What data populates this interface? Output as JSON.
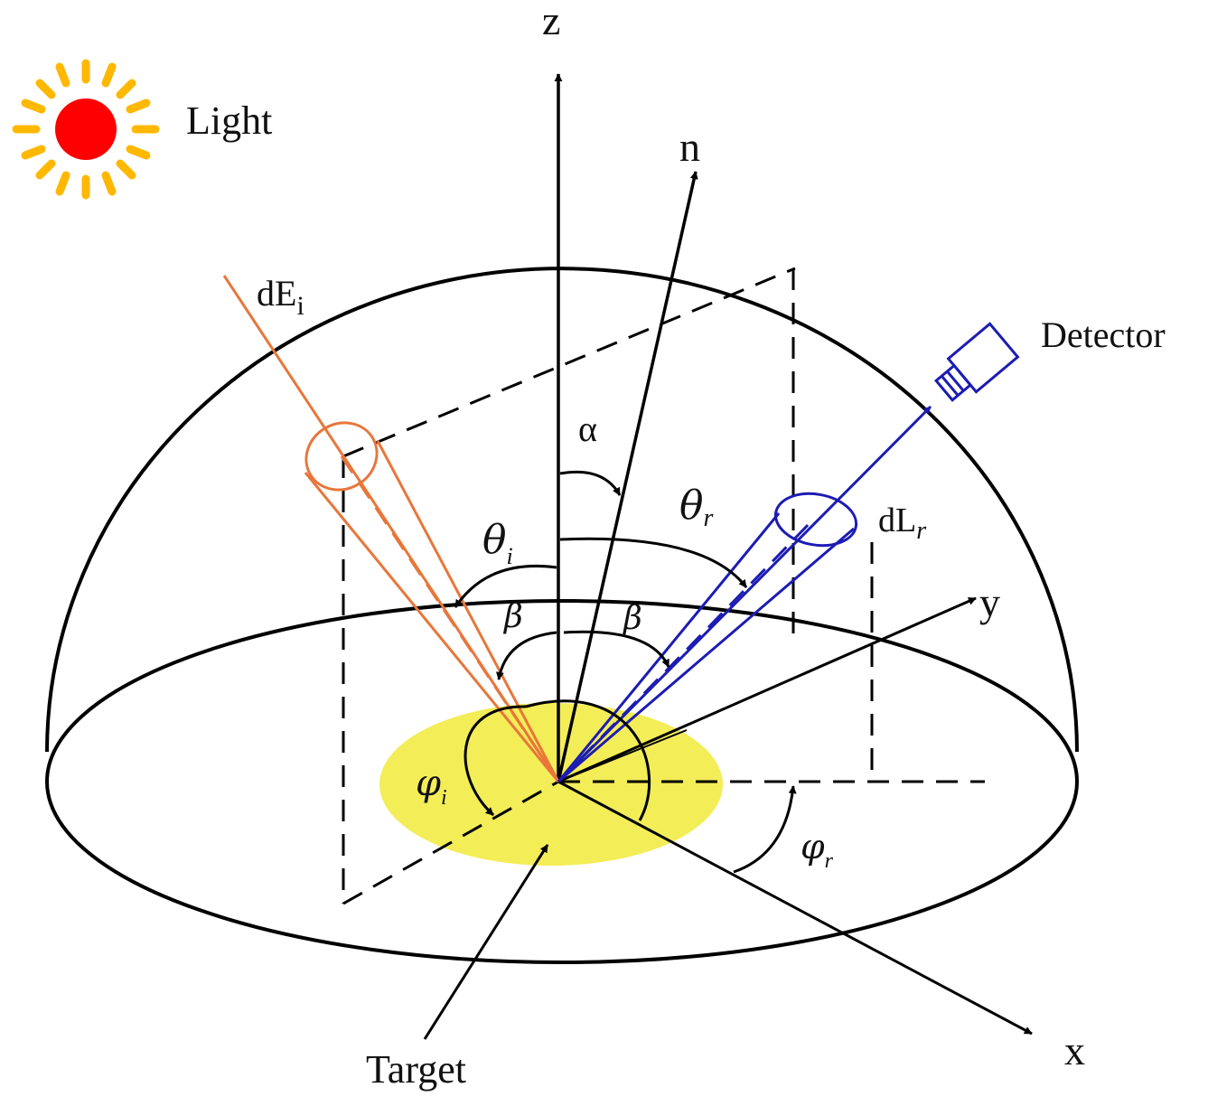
{
  "colors": {
    "stroke": "#000000",
    "incident": "#E8763A",
    "reflected": "#1C1CB4",
    "sun_core": "#FF0000",
    "sun_rays": "#FFB800",
    "target_fill": "#F2EC4A"
  },
  "icons": {
    "light": "sun-icon",
    "detector": "detector-icon"
  },
  "labels": {
    "z_axis": "z",
    "y_axis": "y",
    "x_axis": "x",
    "normal": "n",
    "light": "Light",
    "detector": "Detector",
    "target": "Target",
    "incident_flux": "dE",
    "incident_flux_sub": "i",
    "reflected_radiance": "dL",
    "reflected_radiance_sub": "r",
    "alpha": "α",
    "theta_i": "θ",
    "theta_i_sub": "i",
    "theta_r": "θ",
    "theta_r_sub": "r",
    "beta_left": "β",
    "beta_right": "β",
    "phi_i": "φ",
    "phi_i_sub": "i",
    "phi_r": "φ",
    "phi_r_sub": "r"
  }
}
